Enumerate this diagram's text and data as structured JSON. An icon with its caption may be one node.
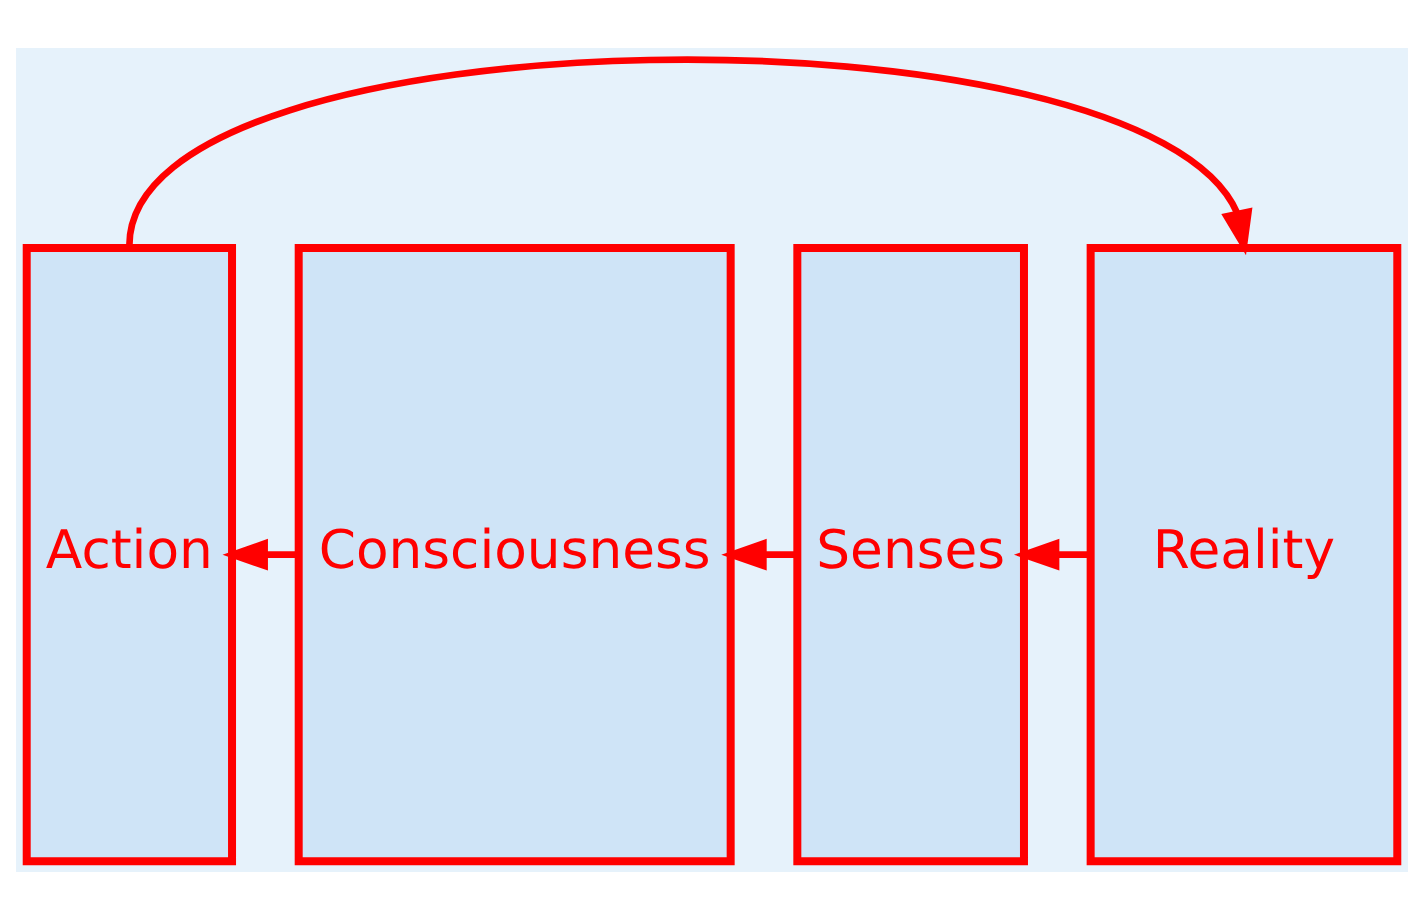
{
  "diagram": {
    "nodes": [
      {
        "text": [
          "Action"
        ]
      },
      {
        "text": [
          "Consciousness"
        ]
      },
      {
        "text": [
          "Senses"
        ]
      },
      {
        "text": [
          "Reality"
        ]
      }
    ],
    "edges": [
      {
        "from": 3,
        "to": 2,
        "arrow": "to"
      },
      {
        "from": 2,
        "to": 1,
        "arrow": "to"
      },
      {
        "from": 1,
        "to": 0,
        "arrow": "to"
      },
      {
        "from": 0,
        "to": 3,
        "arrow": "to"
      }
    ]
  }
}
